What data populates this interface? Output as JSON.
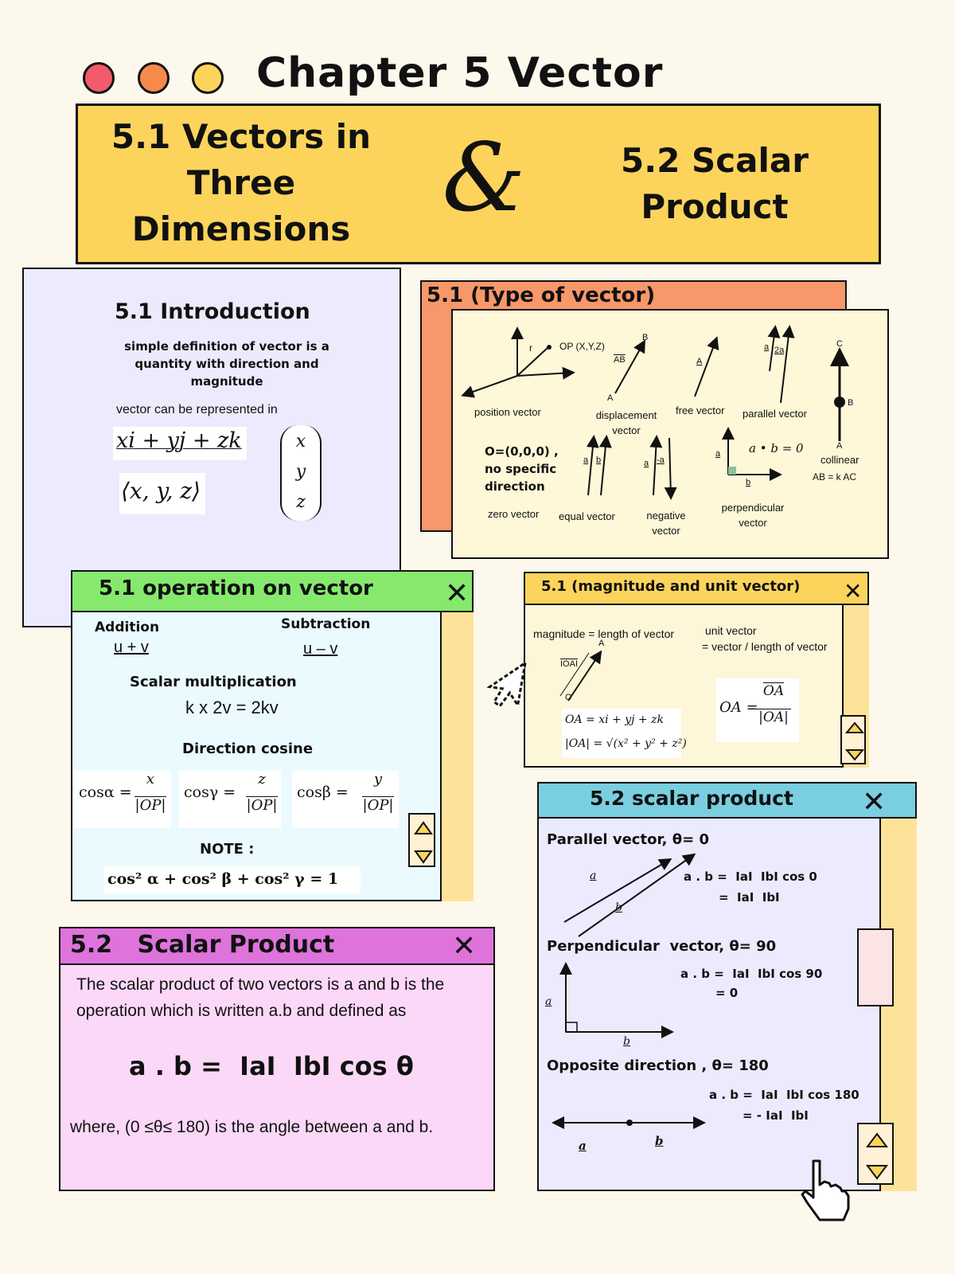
{
  "header": {
    "title": "Chapter 5 Vector",
    "dots": [
      "#f15b6c",
      "#f68a4b",
      "#fcd45c"
    ],
    "banner_left": "5.1  Vectors in Three Dimensions",
    "banner_amp": "&",
    "banner_right": "5.2 Scalar Product"
  },
  "intro": {
    "title": "5.1 Introduction",
    "definition": "simple definition of vector is a quantity with direction and magnitude",
    "represented": "vector can be represented in",
    "formula_ijk": "xi + yj + zk",
    "formula_angle": "⟨x, y, z⟩",
    "column": [
      "x",
      "y",
      "z"
    ]
  },
  "types": {
    "title": "5.1 (Type of vector)",
    "position_vector": "position vector",
    "op_label": "OP (X,Y,Z)",
    "r_label": "r",
    "displacement_vector": "displacement vector",
    "ab_label": "AB",
    "a_label": "A",
    "b_label": "B",
    "free_vector": "free vector",
    "parallel_vector": "parallel vector",
    "parallel_a": "a",
    "parallel_2a": "2a",
    "zero_def": "O=(0,0,0) , no specific direction",
    "zero_vector": "zero vector",
    "equal_vector": "equal vector",
    "equal_a": "a",
    "equal_b": "b",
    "negative_vector": "negative vector",
    "neg_a": "a",
    "neg_minus_a": "-a",
    "perp_formula": "a • b = 0",
    "perp_a": "a",
    "perp_b": "b",
    "perpendicular_vector": "perpendicular vector",
    "collinear": "collinear",
    "collinear_formula": "AB = k AC",
    "c_label": "C",
    "b2_label": "B",
    "a2_label": "A"
  },
  "operation": {
    "title": "5.1 operation on vector",
    "close": "✕",
    "addition": "Addition",
    "addition_expr": "u + v",
    "subtraction": "Subtraction",
    "subtraction_expr": "u – v",
    "scalar_title": "Scalar multiplication",
    "scalar_expr": "k x 2v = 2kv",
    "cosine_title": "Direction cosine",
    "cos_alpha": "cosα =",
    "cos_gamma": "cosγ =",
    "cos_beta": "cosβ =",
    "num_x": "x",
    "num_z": "z",
    "num_y": "y",
    "den": "|OP|",
    "note": "NOTE :",
    "identity": "cos² α  +  cos² β  +  cos² γ  =  1"
  },
  "magnitude": {
    "title": "5.1 (magnitude and unit vector)",
    "close": "✕",
    "magnitude_def": "magnitude = length of vector",
    "unit_title": "unit vector",
    "unit_def": "= vector / length of vector",
    "ioa": "IOAI",
    "a_label": "A",
    "o_label": "O",
    "oa_formula": "OA = xi + yj + zk",
    "oa_mag": "|OA| = √(x² + y² + z²)",
    "unit_lhs": "OA =",
    "unit_num": "OA",
    "unit_den": "|OA|"
  },
  "scalar_def": {
    "title": "5.2   Scalar Product",
    "close": "✕",
    "text": "The scalar product of two vectors is a and b is the operation which is written a.b and defined as",
    "formula": "a . b =  IaI  IbI cos θ",
    "where": "where, (0 ≤θ≤ 180) is the angle between a and b."
  },
  "scalar": {
    "title": "5.2 scalar product",
    "close": "✕",
    "parallel": "Parallel vector, θ= 0",
    "parallel_f1": "a . b =  IaI  IbI cos 0",
    "parallel_f2": "=  IaI  IbI",
    "perpendicular": "Perpendicular  vector, θ= 90",
    "perp_f1": "a . b =  IaI  IbI cos 90",
    "perp_f2": "= 0",
    "opposite": "Opposite direction , θ= 180",
    "opp_f1": "a . b =  IaI  IbI cos 180",
    "opp_f2": "= - IaI  IbI",
    "a": "a",
    "b": "b"
  }
}
